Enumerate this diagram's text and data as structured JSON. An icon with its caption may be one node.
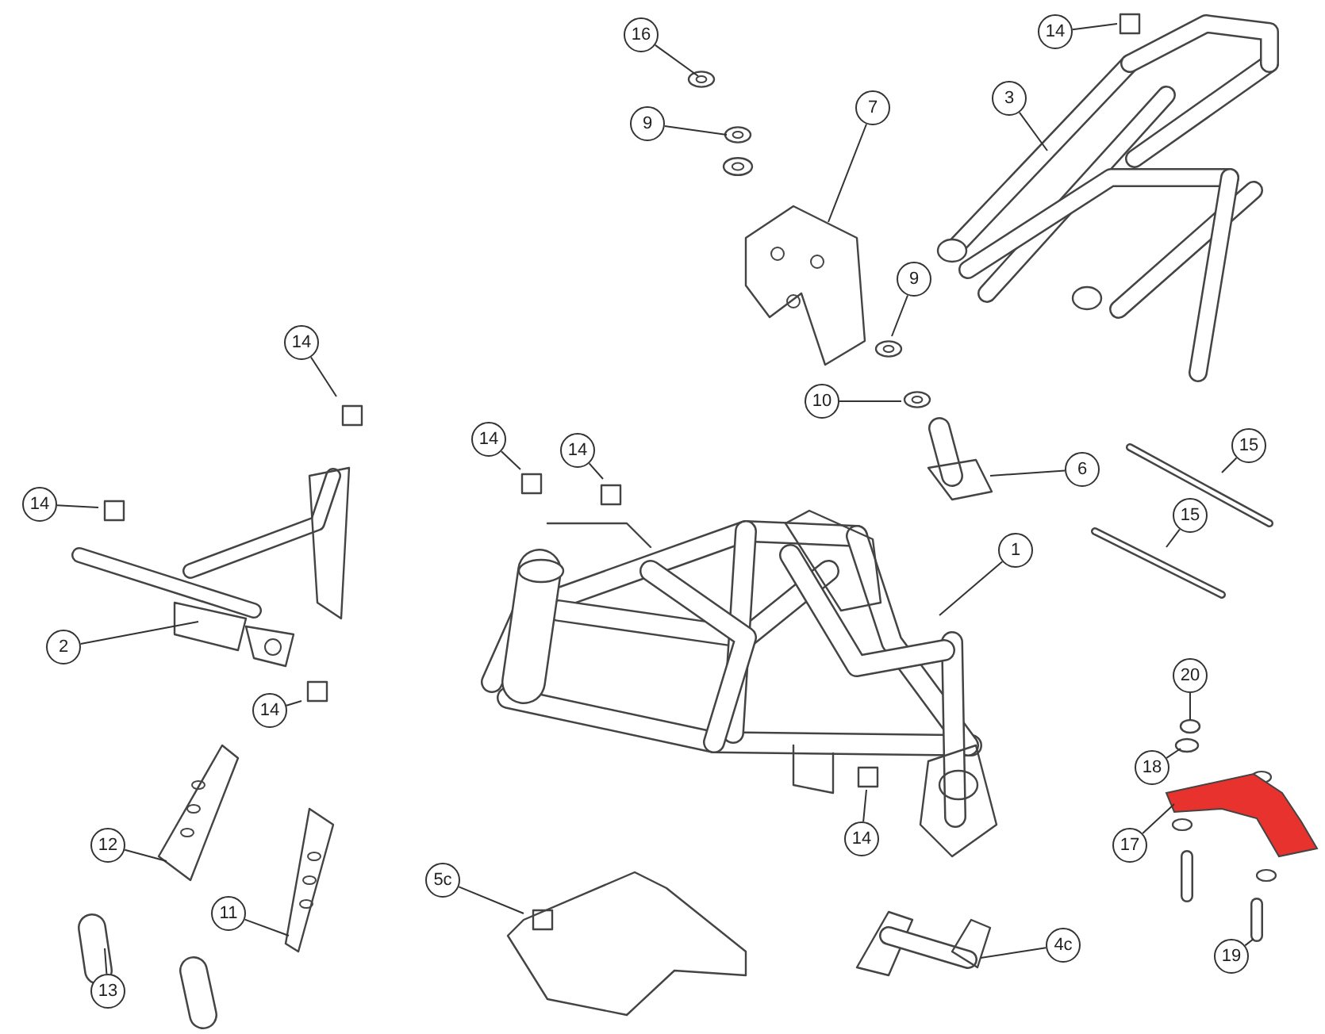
{
  "diagram": {
    "nodes": [
      {
        "text": [
          "16"
        ]
      },
      {
        "text": [
          "14"
        ]
      },
      {
        "text": [
          "9"
        ]
      },
      {
        "text": [
          "7"
        ]
      },
      {
        "text": [
          "3"
        ]
      },
      {
        "text": [
          "9"
        ]
      },
      {
        "text": [
          "14"
        ]
      },
      {
        "text": [
          "10"
        ]
      },
      {
        "text": [
          "14"
        ]
      },
      {
        "text": [
          "14"
        ]
      },
      {
        "text": [
          "15"
        ]
      },
      {
        "text": [
          "6"
        ]
      },
      {
        "text": [
          "14"
        ]
      },
      {
        "text": [
          "15"
        ]
      },
      {
        "text": [
          "1"
        ]
      },
      {
        "text": [
          "2"
        ]
      },
      {
        "text": [
          "14"
        ]
      },
      {
        "text": [
          "20"
        ]
      },
      {
        "text": [
          "18"
        ]
      },
      {
        "text": [
          "12"
        ]
      },
      {
        "text": [
          "17"
        ]
      },
      {
        "text": [
          "14"
        ]
      },
      {
        "text": [
          "5c"
        ]
      },
      {
        "text": [
          "11"
        ]
      },
      {
        "text": [
          "4c"
        ]
      },
      {
        "text": [
          "13"
        ]
      },
      {
        "text": [
          "19"
        ]
      },
      {
        "text": [],
        "shape": "picture"
      }
    ],
    "edges": [
      {
        "from": 0,
        "to": null,
        "arrow": "none"
      },
      {
        "from": 1,
        "to": null,
        "arrow": "none"
      },
      {
        "from": 2,
        "to": null,
        "arrow": "none"
      },
      {
        "from": 3,
        "to": null,
        "arrow": "none"
      },
      {
        "from": 4,
        "to": null,
        "arrow": "none"
      },
      {
        "from": 5,
        "to": null,
        "arrow": "none"
      },
      {
        "from": 6,
        "to": null,
        "arrow": "none"
      },
      {
        "from": 7,
        "to": null,
        "arrow": "none"
      },
      {
        "from": 8,
        "to": null,
        "arrow": "none"
      },
      {
        "from": 9,
        "to": null,
        "arrow": "none"
      },
      {
        "from": 10,
        "to": null,
        "arrow": "none"
      },
      {
        "from": 11,
        "to": null,
        "arrow": "none"
      },
      {
        "from": 12,
        "to": null,
        "arrow": "none"
      },
      {
        "from": 13,
        "to": null,
        "arrow": "none"
      },
      {
        "from": 14,
        "to": null,
        "arrow": "none"
      },
      {
        "from": 15,
        "to": null,
        "arrow": "none"
      },
      {
        "from": 16,
        "to": null,
        "arrow": "none"
      },
      {
        "from": 17,
        "to": null,
        "arrow": "none"
      },
      {
        "from": 18,
        "to": null,
        "arrow": "none"
      },
      {
        "from": 19,
        "to": null,
        "arrow": "none"
      },
      {
        "from": 20,
        "to": 27,
        "arrow": "none"
      },
      {
        "from": 21,
        "to": null,
        "arrow": "none"
      },
      {
        "from": 22,
        "to": null,
        "arrow": "none"
      },
      {
        "from": 23,
        "to": null,
        "arrow": "none"
      },
      {
        "from": 24,
        "to": null,
        "arrow": "none"
      },
      {
        "from": 25,
        "to": null,
        "arrow": "none"
      },
      {
        "from": 26,
        "to": null,
        "arrow": "none"
      }
    ]
  }
}
